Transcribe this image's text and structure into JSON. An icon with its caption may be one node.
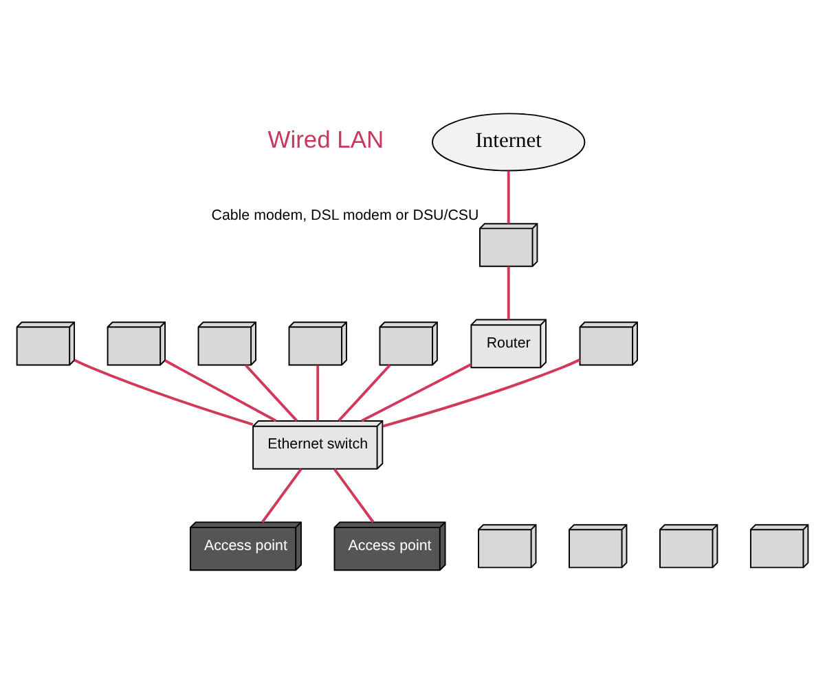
{
  "diagram": {
    "nodes": [
      {
        "text": [],
        "shape": "picture"
      },
      {
        "text": [],
        "shape": "picture"
      },
      {
        "text": [],
        "shape": "picture"
      },
      {
        "text": [],
        "shape": "picture"
      },
      {
        "text": [],
        "shape": "picture"
      },
      {
        "text": [
          "Internet"
        ]
      },
      {
        "text": [],
        "shape": "picture",
        "beside": [
          "Cable modem, DSL modem or DSU/CSU"
        ]
      },
      {
        "text": [
          "Router"
        ]
      },
      {
        "text": [],
        "shape": "picture"
      },
      {
        "text": [
          "Ethernet switch"
        ]
      },
      {
        "text": [
          "Access point"
        ]
      },
      {
        "text": [],
        "shape": "picture"
      },
      {
        "text": [],
        "shape": "picture"
      },
      {
        "text": [],
        "shape": "picture"
      },
      {
        "text": [],
        "shape": "picture"
      },
      {
        "text": [
          "Access point"
        ]
      }
    ],
    "edges": [
      {
        "from": 5,
        "to": 6,
        "arrow": "none"
      },
      {
        "from": 6,
        "to": 7,
        "arrow": "none"
      },
      {
        "from": 7,
        "to": 9,
        "arrow": "none"
      },
      {
        "from": 0,
        "to": 9,
        "arrow": "none"
      },
      {
        "from": 1,
        "to": 9,
        "arrow": "none"
      },
      {
        "from": 2,
        "to": 9,
        "arrow": "none"
      },
      {
        "from": 3,
        "to": 9,
        "arrow": "none"
      },
      {
        "from": 4,
        "to": 9,
        "arrow": "none"
      },
      {
        "from": 8,
        "to": 9,
        "arrow": "none"
      },
      {
        "from": 9,
        "to": 10,
        "arrow": "none"
      },
      {
        "from": 9,
        "to": 15,
        "arrow": "none"
      }
    ],
    "labels": [
      "Wired LAN"
    ]
  }
}
